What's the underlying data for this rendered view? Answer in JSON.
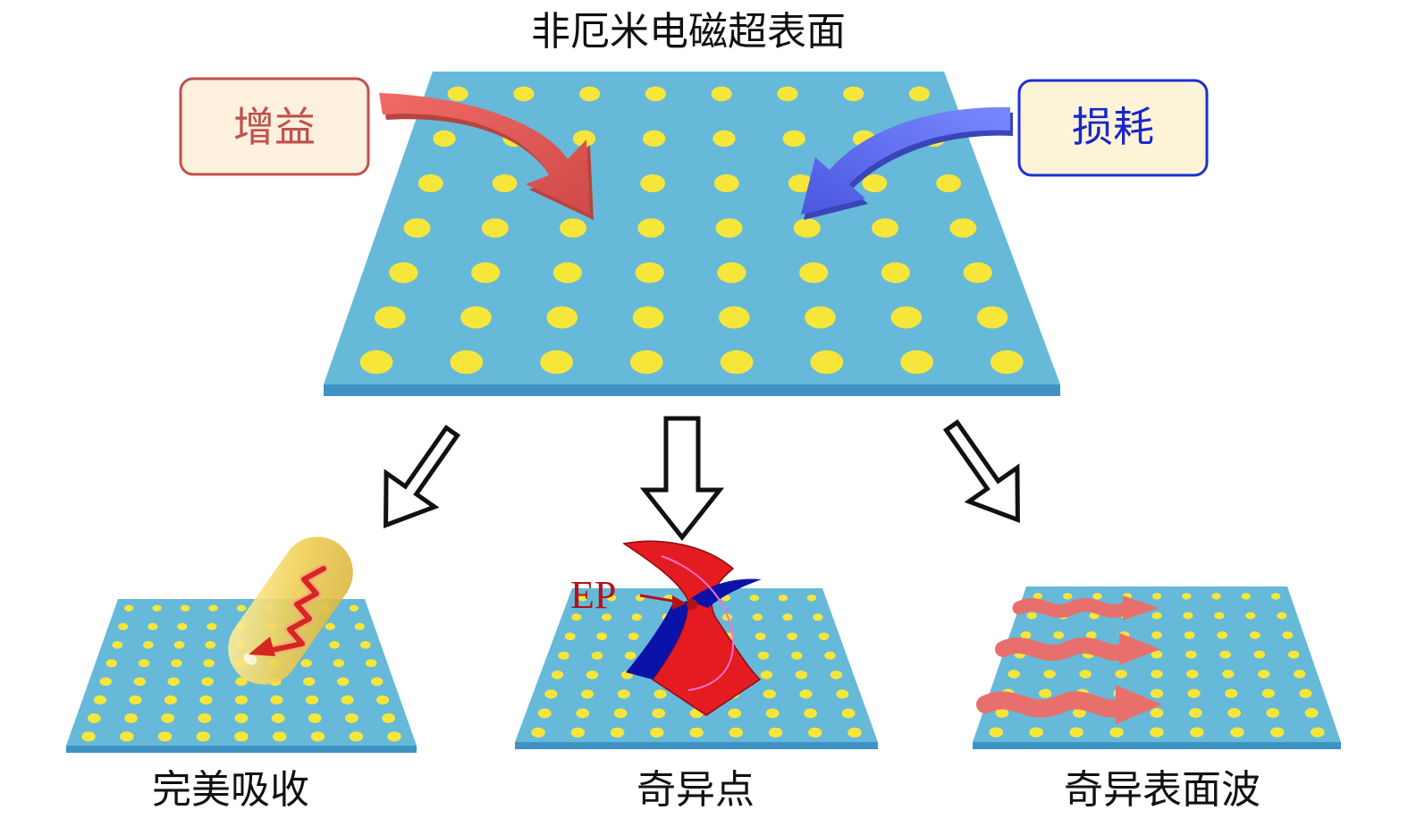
{
  "diagram": {
    "title": "非厄米电磁超表面",
    "gain_label": "增益",
    "loss_label": "损耗",
    "ep_label": "EP",
    "outcomes": [
      {
        "label": "完美吸收"
      },
      {
        "label": "奇异点"
      },
      {
        "label": "奇异表面波"
      }
    ]
  },
  "colors": {
    "surface_top": "#66b9d9",
    "surface_edge": "#3f93c2",
    "dot": "#f7e63a",
    "gain_arrow": "#e05a56",
    "loss_arrow": "#5f6ff0",
    "gain_box_border": "#c0504d",
    "gain_box_fill": "#fdf0dc",
    "loss_box_border": "#1d2fd8",
    "loss_box_fill": "#fdf4d8",
    "gain_text": "#c0504d",
    "loss_text": "#1a26c8",
    "ep_red": "#b3121a",
    "sheet_red": "#e41b20",
    "sheet_blue": "#0a12a8",
    "wave_arrow": "#e8706c"
  }
}
